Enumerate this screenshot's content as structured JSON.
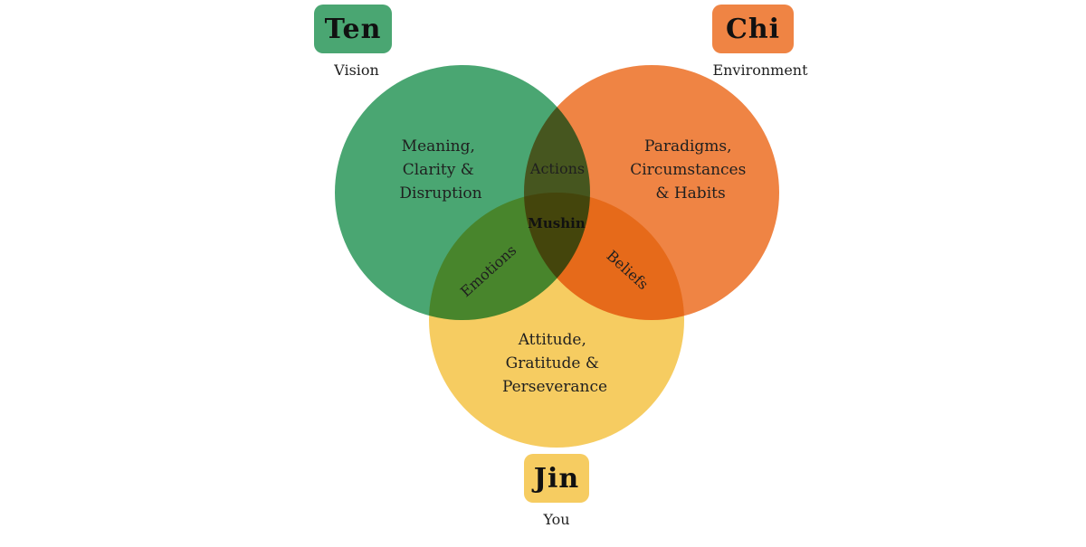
{
  "colors": {
    "ten": "#4aa672",
    "chi": "#ef8444",
    "jin": "#f6cc61",
    "badge_ten": "#4aa672",
    "badge_chi": "#ef8444",
    "badge_jin": "#f6cc61"
  },
  "sets": {
    "ten": {
      "badge": "Ten",
      "label": "Vision",
      "lines": [
        "Meaning,",
        "Clarity &",
        "Disruption"
      ]
    },
    "chi": {
      "badge": "Chi",
      "label": "Environment",
      "lines": [
        "Paradigms,",
        "Circumstances",
        "& Habits"
      ]
    },
    "jin": {
      "badge": "Jin",
      "label": "You",
      "lines": [
        "Attitude,",
        "Gratitude &",
        "Perseverance"
      ]
    }
  },
  "overlaps": {
    "ten_chi": "Actions",
    "ten_jin": "Emotions",
    "chi_jin": "Beliefs",
    "center": "Mushin"
  }
}
